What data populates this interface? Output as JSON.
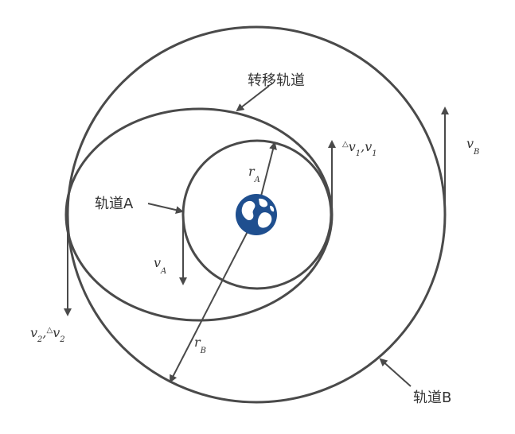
{
  "labels": {
    "transfer_orbit": "转移轨道",
    "orbit_a": "轨道A",
    "orbit_b": "轨道B"
  },
  "variables": {
    "r_a": {
      "main": "r",
      "sub": "A"
    },
    "r_b": {
      "main": "r",
      "sub": "B"
    },
    "v_a": {
      "main": "v",
      "sub": "A"
    },
    "v_b": {
      "main": "v",
      "sub": "B"
    },
    "dv1_v1": {
      "delta": "△",
      "main1": "v",
      "sub1": "1",
      "sep": ",",
      "main2": "v",
      "sub2": "1"
    },
    "v2_dv2": {
      "main1": "v",
      "sub1": "2",
      "sep": ",",
      "delta": "△",
      "main2": "v",
      "sub2": "2"
    }
  },
  "icons": {
    "planet": "earth-globe-icon"
  },
  "colors": {
    "stroke": "#4a4a4a",
    "planet_blue": "#1f4f8f",
    "text": "#333333"
  }
}
